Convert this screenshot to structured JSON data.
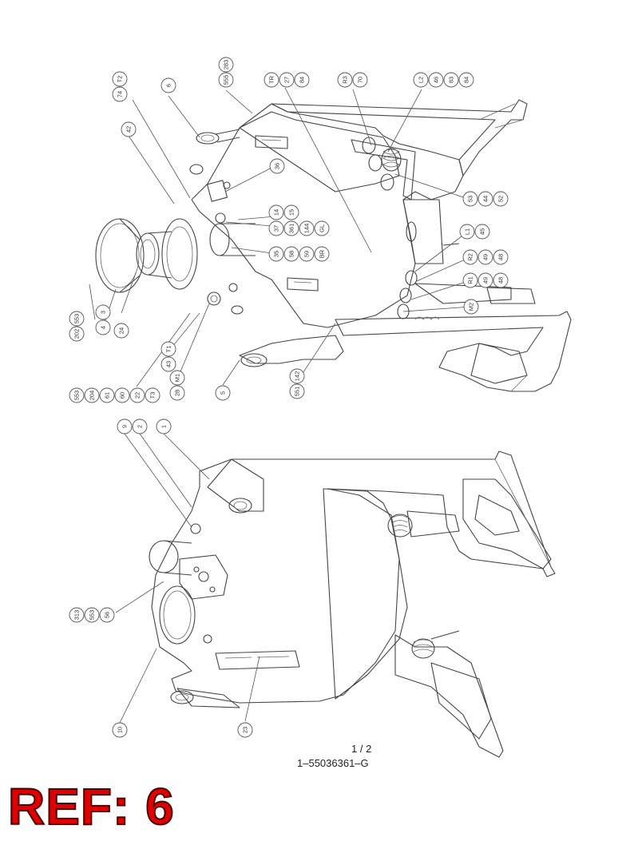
{
  "sheet": {
    "page_label": "1 / 2",
    "document_number": "1–55036361–G",
    "ref_stamp": "REF: 6"
  },
  "callouts_upper": [
    [
      "74",
      "T2"
    ],
    [
      "6"
    ],
    [
      "555",
      "283"
    ],
    [
      "TR",
      "27",
      "84"
    ],
    [
      "R3",
      "70"
    ],
    [
      "L2",
      "46",
      "83",
      "84"
    ],
    [
      "42"
    ],
    [
      "36"
    ],
    [
      "14",
      "15"
    ],
    [
      "37",
      "361",
      "144",
      "GL"
    ],
    [
      "35",
      "58",
      "59",
      "BR"
    ],
    [
      "53",
      "44",
      "52"
    ],
    [
      "L1",
      "45"
    ],
    [
      "R2",
      "49",
      "48"
    ],
    [
      "R1",
      "49",
      "48"
    ],
    [
      "M2"
    ],
    [
      "202",
      "553"
    ],
    [
      "4",
      "3"
    ],
    [
      "24"
    ],
    [
      "43",
      "T1"
    ],
    [
      "28",
      "M1"
    ],
    [
      "5"
    ],
    [
      "551",
      "142"
    ],
    [
      "553",
      "204",
      "61",
      "60",
      "22",
      "T3"
    ]
  ],
  "callouts_lower": [
    [
      "9"
    ],
    [
      "2"
    ],
    [
      "1"
    ],
    [
      "313",
      "553",
      "56"
    ],
    [
      "10"
    ],
    [
      "23"
    ]
  ]
}
